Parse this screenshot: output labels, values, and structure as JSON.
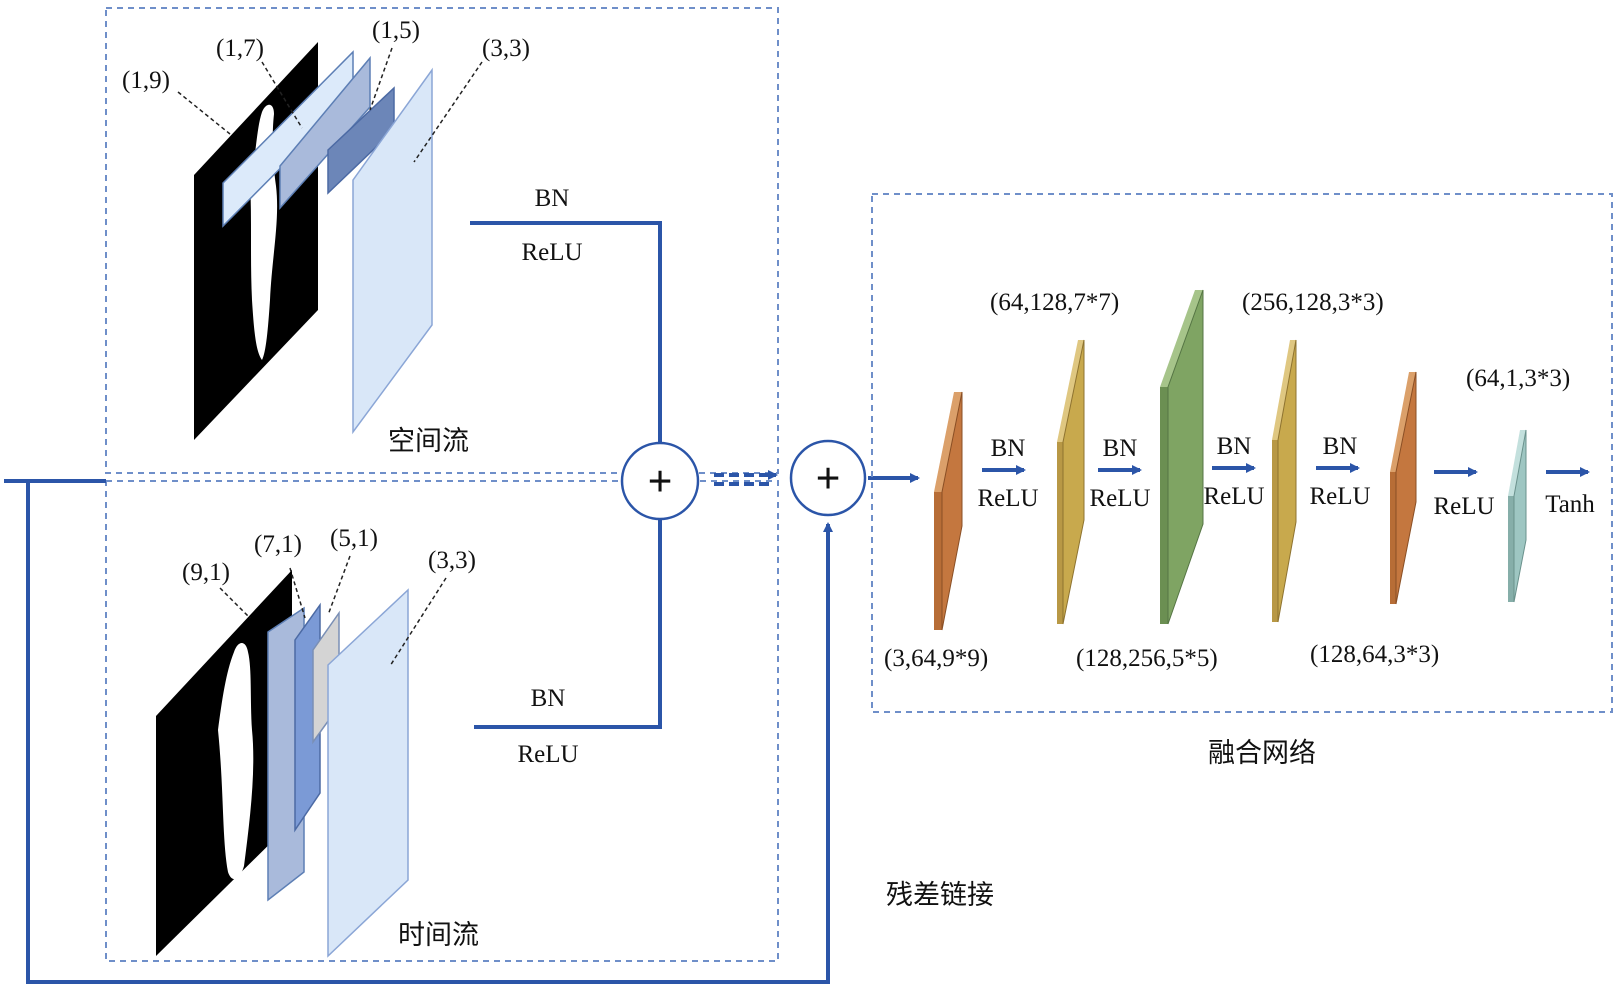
{
  "colors": {
    "frame_dash": "#6f8fc9",
    "line_blue": "#2b55a8",
    "plus_outline": "#2b55a8",
    "image_bg": "#000000",
    "kernel_light": "#dceafa",
    "kernel_mid": "#a9badb",
    "kernel_dark": "#6c86b8",
    "kernel_blue": "#7b9ad6",
    "kernel_grey": "#d4d4d4",
    "kernel_pale": "#d9e7f8",
    "layer_orange": "#c4773f",
    "layer_yellow": "#c8a94d",
    "layer_green": "#7fa463",
    "layer_teal": "#9ec6c2"
  },
  "spatial": {
    "title": "空间流",
    "kernels": [
      "(1,9)",
      "(1,7)",
      "(1,5)",
      "(3,3)"
    ],
    "bn": "BN",
    "relu": "ReLU"
  },
  "temporal": {
    "title": "时间流",
    "kernels": [
      "(9,1)",
      "(7,1)",
      "(5,1)",
      "(3,3)"
    ],
    "bn": "BN",
    "relu": "ReLU"
  },
  "fusion": {
    "title": "融合网络",
    "layers": [
      {
        "label": "(3,64,9*9)",
        "color": "orange"
      },
      {
        "label": "(64,128,7*7)",
        "color": "yellow"
      },
      {
        "label": "(128,256,5*5)",
        "color": "green"
      },
      {
        "label": "(256,128,3*3)",
        "color": "yellow"
      },
      {
        "label": "(128,64,3*3)",
        "color": "orange"
      },
      {
        "label": "(64,1,3*3)",
        "color": "teal"
      }
    ],
    "ops": [
      {
        "bn": "BN",
        "act": "ReLU"
      },
      {
        "bn": "BN",
        "act": "ReLU"
      },
      {
        "bn": "BN",
        "act": "ReLU"
      },
      {
        "bn": "BN",
        "act": "ReLU"
      },
      {
        "bn": "",
        "act": "ReLU"
      },
      {
        "bn": "",
        "act": "Tanh"
      }
    ]
  },
  "residual": {
    "label": "残差链接"
  },
  "plus_symbol": "+"
}
